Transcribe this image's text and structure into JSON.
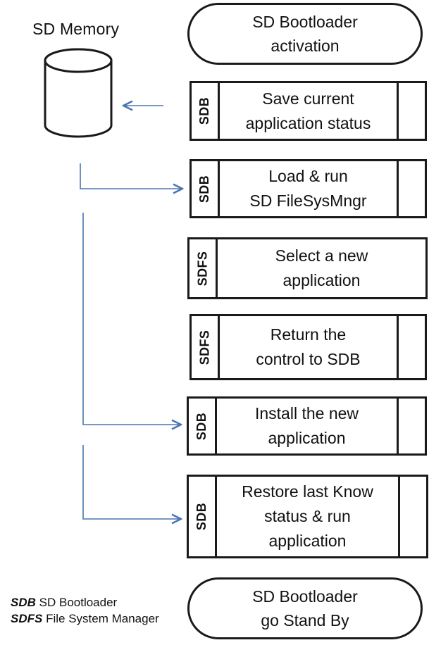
{
  "memory": {
    "label": "SD Memory"
  },
  "flow": {
    "start": "SD Bootloader\nactivation",
    "end": "SD Bootloader\ngo Stand By",
    "steps": [
      {
        "tag": "SDB",
        "text": "Save current\napplication status"
      },
      {
        "tag": "SDB",
        "text": "Load & run\nSD FileSysMngr"
      },
      {
        "tag": "SDFS",
        "text": "Select a new\napplication"
      },
      {
        "tag": "SDFS",
        "text": "Return the\ncontrol to SDB"
      },
      {
        "tag": "SDB",
        "text": "Install the new\napplication"
      },
      {
        "tag": "SDB",
        "text": "Restore last Know\nstatus & run\napplication"
      }
    ]
  },
  "legend": [
    {
      "key": "SDB",
      "value": "SD Bootloader"
    },
    {
      "key": "SDFS",
      "value": "File System Manager"
    }
  ],
  "colors": {
    "arrow": "#4a76b0",
    "stroke": "#1a1a1a",
    "background": "#ffffff"
  }
}
